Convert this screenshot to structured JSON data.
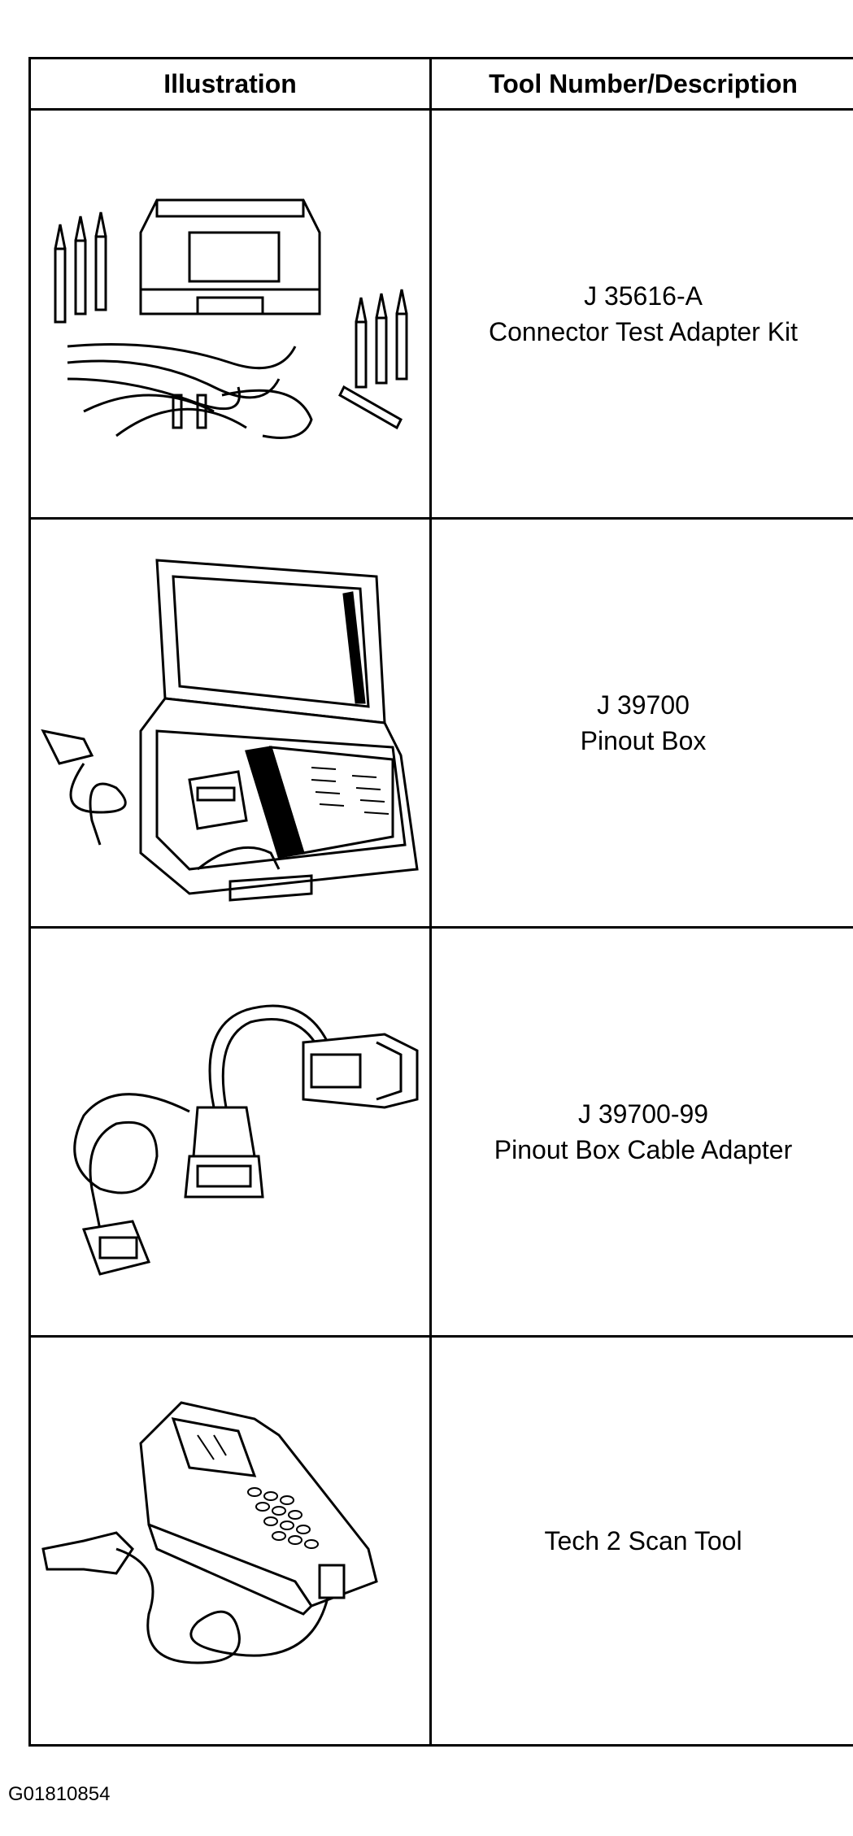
{
  "table": {
    "headers": {
      "illustration": "Illustration",
      "description": "Tool Number/Description"
    },
    "rows": [
      {
        "tool_number": "J 35616-A",
        "tool_name": "Connector Test Adapter Kit",
        "illustration_icon": "connector-test-adapter-kit"
      },
      {
        "tool_number": "J 39700",
        "tool_name": "Pinout Box",
        "illustration_icon": "pinout-box"
      },
      {
        "tool_number": "J 39700-99",
        "tool_name": "Pinout Box Cable Adapter",
        "illustration_icon": "pinout-box-cable-adapter"
      },
      {
        "tool_number": "",
        "tool_name": "Tech 2 Scan Tool",
        "illustration_icon": "tech-2-scan-tool"
      }
    ]
  },
  "figure_id": "G01810854"
}
